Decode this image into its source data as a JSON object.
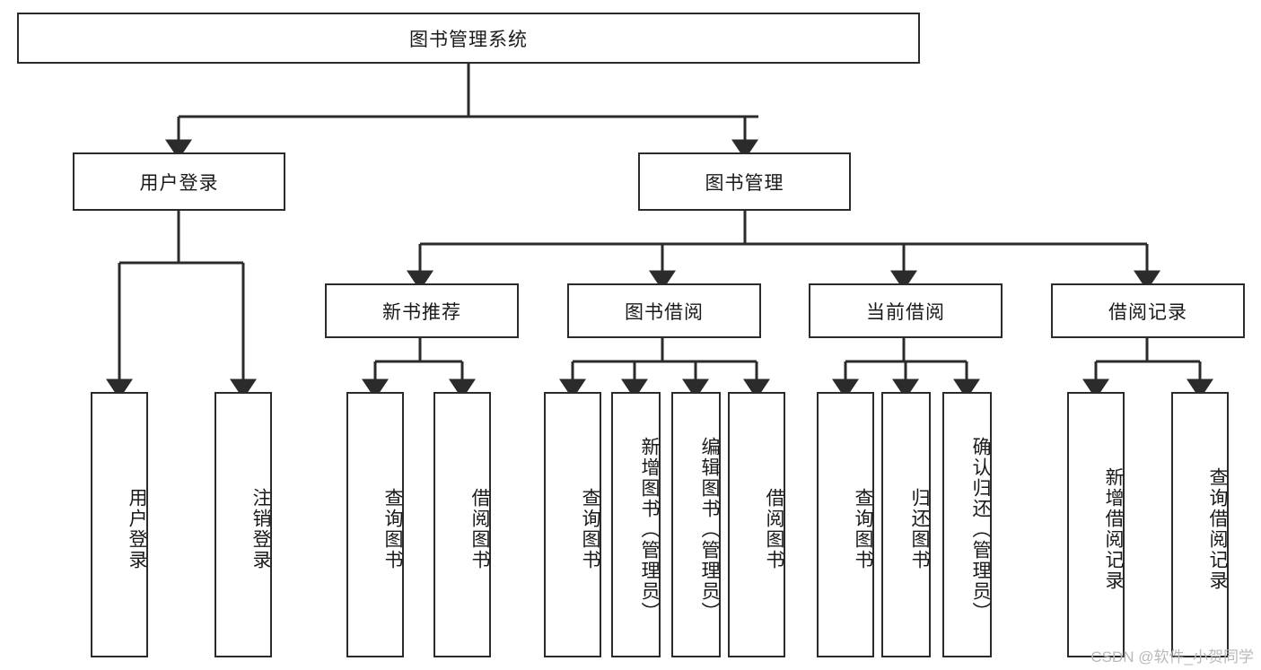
{
  "diagram": {
    "title": "图书管理系统",
    "type": "tree-hierarchy-chart",
    "root": {
      "label": "图书管理系统"
    },
    "level2": [
      {
        "label": "用户登录"
      },
      {
        "label": "图书管理"
      }
    ],
    "level3": [
      {
        "label": "新书推荐"
      },
      {
        "label": "图书借阅"
      },
      {
        "label": "当前借阅"
      },
      {
        "label": "借阅记录"
      }
    ],
    "leaves_user_login": [
      {
        "label": "用户登录"
      },
      {
        "label": "注销登录"
      }
    ],
    "leaves_new_book": [
      {
        "label": "查询图书"
      },
      {
        "label": "借阅图书"
      }
    ],
    "leaves_borrow": [
      {
        "label": "查询图书"
      },
      {
        "label": "新增图书（管理员）"
      },
      {
        "label": "编辑图书（管理员）"
      },
      {
        "label": "借阅图书"
      }
    ],
    "leaves_current": [
      {
        "label": "查询图书"
      },
      {
        "label": "归还图书"
      },
      {
        "label": "确认归还（管理员）"
      }
    ],
    "leaves_records": [
      {
        "label": "新增借阅记录"
      },
      {
        "label": "查询借阅记录"
      }
    ]
  },
  "watermark": {
    "text": "CSDN @软件_小贺同学"
  },
  "colors": {
    "stroke": "#2b2b2b",
    "fill": "#ffffff",
    "text": "#1a1a1a",
    "watermark": "#b9b9b9"
  }
}
